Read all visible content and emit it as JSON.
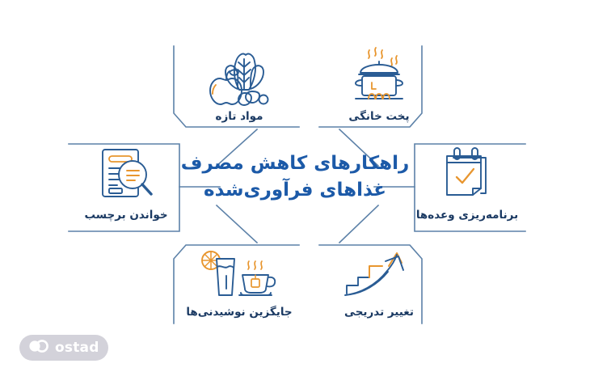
{
  "infographic": {
    "center": {
      "title_line1": "راهکارهای کاهش مصرف",
      "title_line2": "غذاهای فرآوری‌شده",
      "title_color": "#1C5AA8"
    },
    "nodes": [
      {
        "id": "fresh",
        "label": "مواد تازه",
        "icon": "vegetables-apple-icon",
        "position": "top-right"
      },
      {
        "id": "cooking",
        "label": "پخت خانگی",
        "icon": "cooking-pot-icon",
        "position": "top-left"
      },
      {
        "id": "label-read",
        "label": "خواندن برچسب",
        "icon": "document-magnifier-icon",
        "position": "right"
      },
      {
        "id": "planning",
        "label": "برنامه‌ریزی وعده‌ها",
        "icon": "calendar-check-icon",
        "position": "left"
      },
      {
        "id": "drinks",
        "label": "جایگزین نوشیدنی‌ها",
        "icon": "water-glass-tea-cup-icon",
        "position": "bottom-right"
      },
      {
        "id": "gradual",
        "label": "تغییر تدریجی",
        "icon": "stairs-growth-arrow-icon",
        "position": "bottom-left"
      }
    ],
    "logo": {
      "wordmark": "ostad",
      "mark": "ostad-rings-icon",
      "badge_color": "#D3D2DA"
    },
    "palette": {
      "line_blue": "#2A5C94",
      "frame_blue": "#5C81A8",
      "accent_orange": "#E8962F",
      "label_navy": "#1B3A63",
      "background": "#FFFFFF"
    }
  }
}
